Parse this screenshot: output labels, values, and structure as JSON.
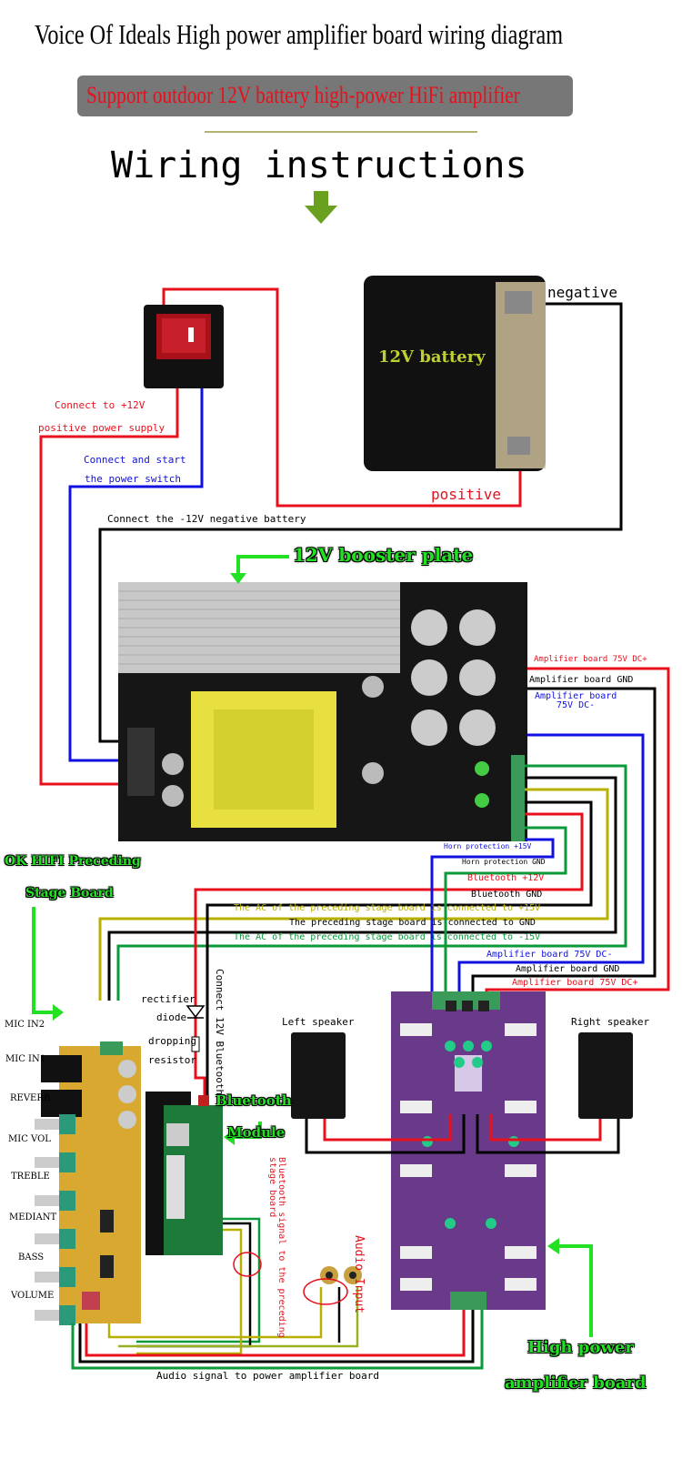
{
  "header": {
    "title": "Voice Of Ideals High power amplifier board wiring diagram",
    "banner": "Support outdoor 12V battery high-power HiFi amplifier",
    "section_title": "Wiring instructions"
  },
  "battery": {
    "label": "12V battery",
    "negative": "negative",
    "positive": "positive"
  },
  "switch_labels": {
    "plus12_line1": "Connect to +12V",
    "plus12_line2": "positive power supply",
    "switch_line1": "Connect and start",
    "switch_line2": "the power switch",
    "negative": "Connect the -12V negative battery"
  },
  "booster": {
    "title": "12V booster plate",
    "outputs": [
      "Amplifier board 75V DC+",
      "Amplifier board GND",
      "Amplifier board",
      "75V DC-",
      "Horn protection  +15V",
      "Horn protection GND",
      "Bluetooth +12V",
      "Bluetooth GND"
    ]
  },
  "preamp_wires": [
    "The AC of the preceding stage board is connected to +15V",
    "The preceding stage board is connected to GND",
    "The AC of the preceding stage board is connected to -15V"
  ],
  "amp_inputs": [
    "Amplifier board 75V DC-",
    "Amplifier board GND",
    "Amplifier board 75V DC+"
  ],
  "preamp": {
    "title_line1": "OK HIFI Preceding",
    "title_line2": "Stage Board",
    "controls": [
      "MIC IN2",
      "MIC IN1",
      "REVERB",
      "MIC VOL",
      "TREBLE",
      "MEDIANT",
      "BASS",
      "VOLUME"
    ]
  },
  "bluetooth": {
    "rectifier": "rectifier",
    "diode": "diode",
    "dropping": "dropping",
    "resistor": "resistor",
    "connect": "Connect 12V Bluetooth",
    "title_line1": "Bluetooth",
    "title_line2": "Module",
    "signal": "Bluetooth signal to the preceding stage board"
  },
  "speakers": {
    "left": "Left speaker",
    "right": "Right speaker"
  },
  "audio_input": "Audio Input",
  "audio_signal": "Audio signal to power amplifier board",
  "amplifier": {
    "title_line1": "High power",
    "title_line2": "amplifier board"
  },
  "colors": {
    "red": "#e8101c",
    "black": "#000000",
    "blue": "#1010e0",
    "green": "#0a9a3a",
    "yellow": "#b8b000",
    "arrow_green": "#22e022",
    "banner_gray": "#777777",
    "board_purple": "#6a3a8a",
    "board_yellow": "#d8a830"
  }
}
